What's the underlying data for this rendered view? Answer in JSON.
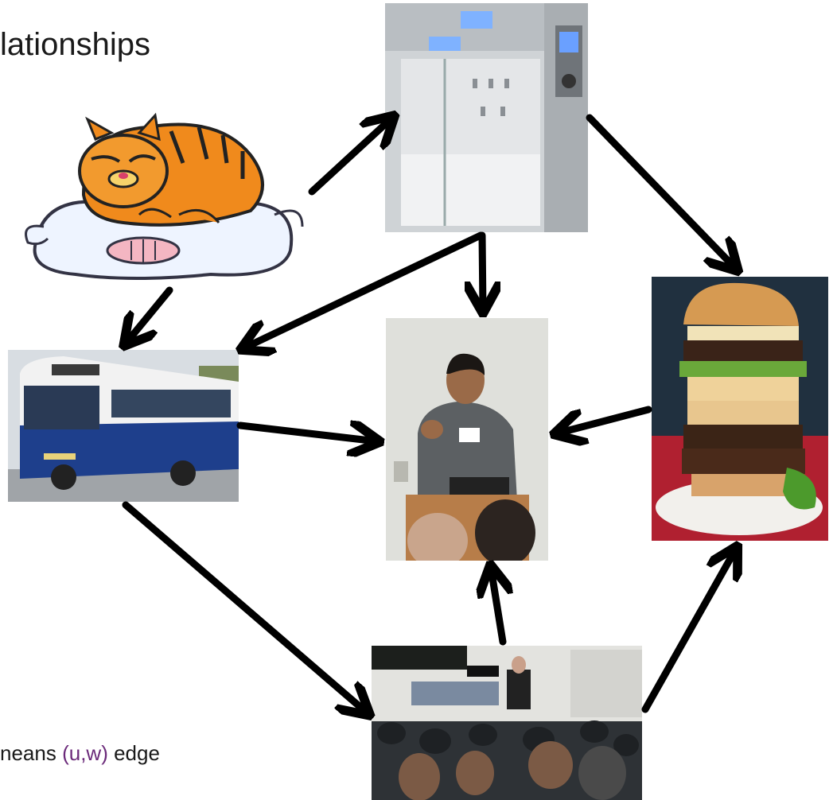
{
  "title": "lationships",
  "caption": {
    "prefix": "neans ",
    "edge_label": "(u,w)",
    "suffix": " edge"
  },
  "colors": {
    "arrow": "#000000",
    "highlight": "#6b2a7a",
    "text": "#1a1a1a"
  },
  "nodes": [
    {
      "id": "sleep",
      "icon": "sleeping-cat-cartoon"
    },
    {
      "id": "shower",
      "icon": "shower-room-photo"
    },
    {
      "id": "bus",
      "icon": "bus-photo"
    },
    {
      "id": "speaker",
      "icon": "speaker-at-podium-photo"
    },
    {
      "id": "burger",
      "icon": "burger-photo"
    },
    {
      "id": "lecture",
      "icon": "lecture-hall-photo"
    }
  ],
  "edges": [
    {
      "from": "sleep",
      "to": "shower"
    },
    {
      "from": "sleep",
      "to": "bus"
    },
    {
      "from": "shower",
      "to": "bus"
    },
    {
      "from": "shower",
      "to": "speaker"
    },
    {
      "from": "shower",
      "to": "burger"
    },
    {
      "from": "bus",
      "to": "speaker"
    },
    {
      "from": "bus",
      "to": "lecture"
    },
    {
      "from": "burger",
      "to": "speaker"
    },
    {
      "from": "lecture",
      "to": "speaker"
    },
    {
      "from": "lecture",
      "to": "burger"
    }
  ]
}
